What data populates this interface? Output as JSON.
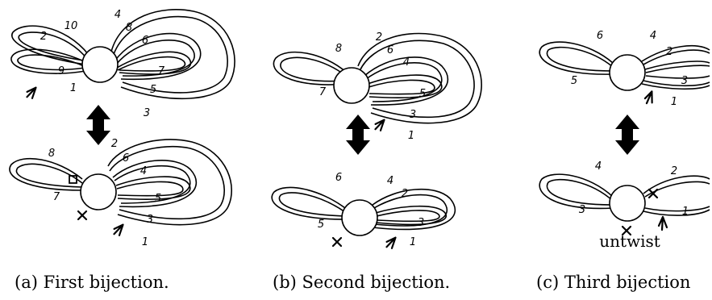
{
  "captions": {
    "a": "(a) First bijection.",
    "b": "(b) Second bijection.",
    "c": "(c) Third bijection"
  },
  "panel_a": {
    "top_labels": [
      "10",
      "2",
      "9",
      "1",
      "4",
      "8",
      "6",
      "7",
      "5",
      "3"
    ],
    "bottom_labels": [
      "8",
      "7",
      "2",
      "6",
      "4",
      "5",
      "3",
      "1"
    ]
  },
  "panel_b": {
    "top_labels": [
      "8",
      "7",
      "2",
      "6",
      "4",
      "5",
      "3",
      "1"
    ],
    "bottom_labels": [
      "6",
      "5",
      "4",
      "2",
      "3",
      "1"
    ]
  },
  "panel_c": {
    "top_labels": [
      "6",
      "5",
      "4",
      "2",
      "3",
      "1"
    ],
    "bottom_labels": [
      "4",
      "3",
      "2",
      "1"
    ],
    "untwist": "untwist"
  }
}
